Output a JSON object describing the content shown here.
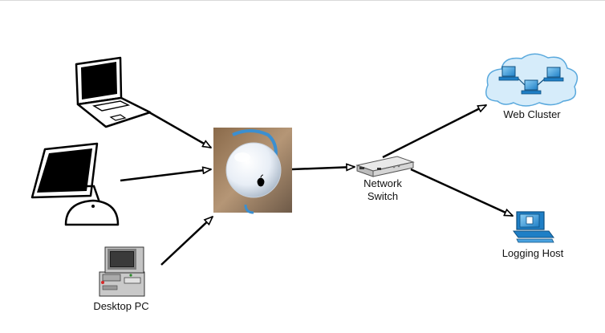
{
  "diagram": {
    "nodes": {
      "laptop": {
        "icon": "laptop-icon"
      },
      "imac": {
        "icon": "imac-icon"
      },
      "desktop_pc": {
        "label": "Desktop PC",
        "icon": "desktop-pc-icon"
      },
      "airport": {
        "icon": "airport-base-station-icon"
      },
      "network_switch": {
        "label_line1": "Network",
        "label_line2": "Switch",
        "icon": "network-switch-icon"
      },
      "web_cluster": {
        "label": "Web Cluster",
        "icon": "cloud-cluster-icon"
      },
      "logging_host": {
        "label": "Logging Host",
        "icon": "workstation-icon"
      }
    },
    "edges": [
      {
        "from": "laptop",
        "to": "airport"
      },
      {
        "from": "imac",
        "to": "airport"
      },
      {
        "from": "desktop_pc",
        "to": "airport"
      },
      {
        "from": "airport",
        "to": "network_switch"
      },
      {
        "from": "network_switch",
        "to": "web_cluster"
      },
      {
        "from": "network_switch",
        "to": "logging_host"
      }
    ],
    "colors": {
      "line": "#000000",
      "accent_blue": "#1f7fc6",
      "cloud": "#8cc8f0"
    }
  }
}
